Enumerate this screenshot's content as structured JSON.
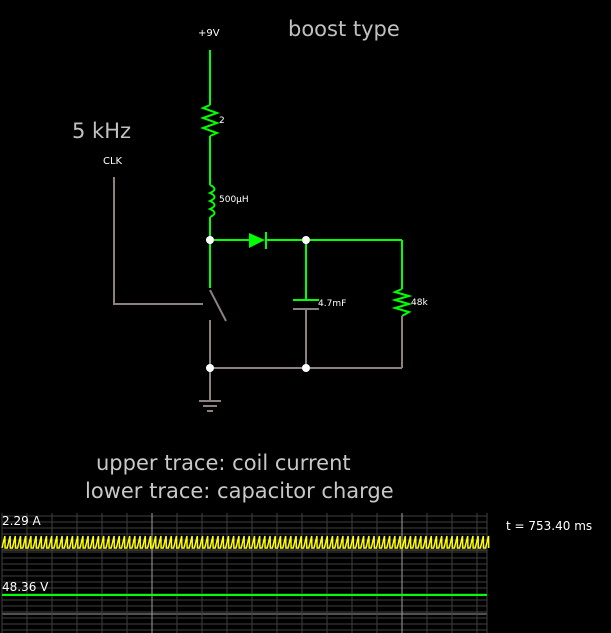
{
  "circuit": {
    "title": "boost type",
    "clock_freq": "5 kHz",
    "clock_label": "CLK",
    "supply_label": "+9V",
    "resistor1_value": "2",
    "inductor_value": "500µH",
    "capacitor_value": "4.7mF",
    "load_value": "48k"
  },
  "captions": {
    "upper": "upper trace: coil current",
    "lower": "lower trace: capacitor charge"
  },
  "scope": {
    "current_readout": "2.29 A",
    "voltage_readout": "48.36 V",
    "time_readout": "t = 753.40 ms",
    "colors": {
      "current_trace": "#ffff00",
      "voltage_trace": "#00ff00"
    }
  },
  "colors": {
    "active_wire": "#00ff00",
    "inactive_wire": "#8c8080",
    "background": "#000000"
  }
}
